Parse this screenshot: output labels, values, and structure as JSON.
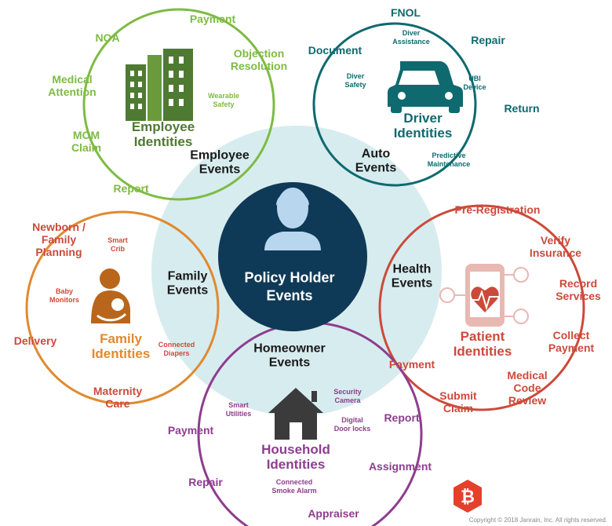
{
  "colors": {
    "employee": "#7dbb42",
    "employee_dark": "#4f7a32",
    "auto": "#0e6a6f",
    "health": "#cc4a3a",
    "family": "#e08a30",
    "family_dark": "#b9661c",
    "home": "#8e3d8f",
    "home_dark": "#3b3b3b",
    "center": "#0f3a57",
    "halo": "#c9e6ea",
    "logo": "#e4402c"
  },
  "center": {
    "title": "Policy Holder\nEvents",
    "icon": "person-icon"
  },
  "copyright": "Copyright © 2018 Janrain, Inc. All rights reserved.",
  "groups": {
    "employee": {
      "events": "Employee\nEvents",
      "identity": "Employee\nIdentities",
      "icon": "building-icon",
      "labels": [
        "Payment",
        "NOA",
        "Objection\nResolution",
        "Medical\nAttention",
        "MOM\nClaim",
        "Report"
      ],
      "small": [
        "Wearable\nSafety"
      ]
    },
    "auto": {
      "events": "Auto\nEvents",
      "identity": "Driver\nIdentities",
      "icon": "car-icon",
      "labels": [
        "FNOL",
        "Document",
        "Repair",
        "Return"
      ],
      "small": [
        "Diver\nAssistance",
        "Diver\nSafety",
        "UBI\nDevice",
        "Predictive\nMaintenance"
      ]
    },
    "health": {
      "events": "Health\nEvents",
      "identity": "Patient\nIdentities",
      "icon": "phone-heart-icon",
      "labels": [
        "Pre-Registration",
        "Verify\nInsurance",
        "Record\nServices",
        "Collect\nPayment",
        "Medical\nCode\nReview",
        "Submit\nClaim",
        "Payment"
      ]
    },
    "family": {
      "events": "Family\nEvents",
      "identity": "Family\nIdentities",
      "icon": "mother-child-icon",
      "labels": [
        "Newborn /\nFamily\nPlanning",
        "Delivery",
        "Maternity\nCare"
      ],
      "small": [
        "Smart\nCrib",
        "Baby\nMonitors",
        "Connected\nDiapers"
      ]
    },
    "home": {
      "events": "Homeowner\nEvents",
      "identity": "Household\nIdentities",
      "icon": "house-icon",
      "labels": [
        "Payment",
        "Repair",
        "Report",
        "Assignment",
        "Appraiser"
      ],
      "small": [
        "Smart\nUtilities",
        "Security\nCamera",
        "Digital\nDoor locks",
        "Connected\nSmoke Alarm"
      ]
    }
  }
}
